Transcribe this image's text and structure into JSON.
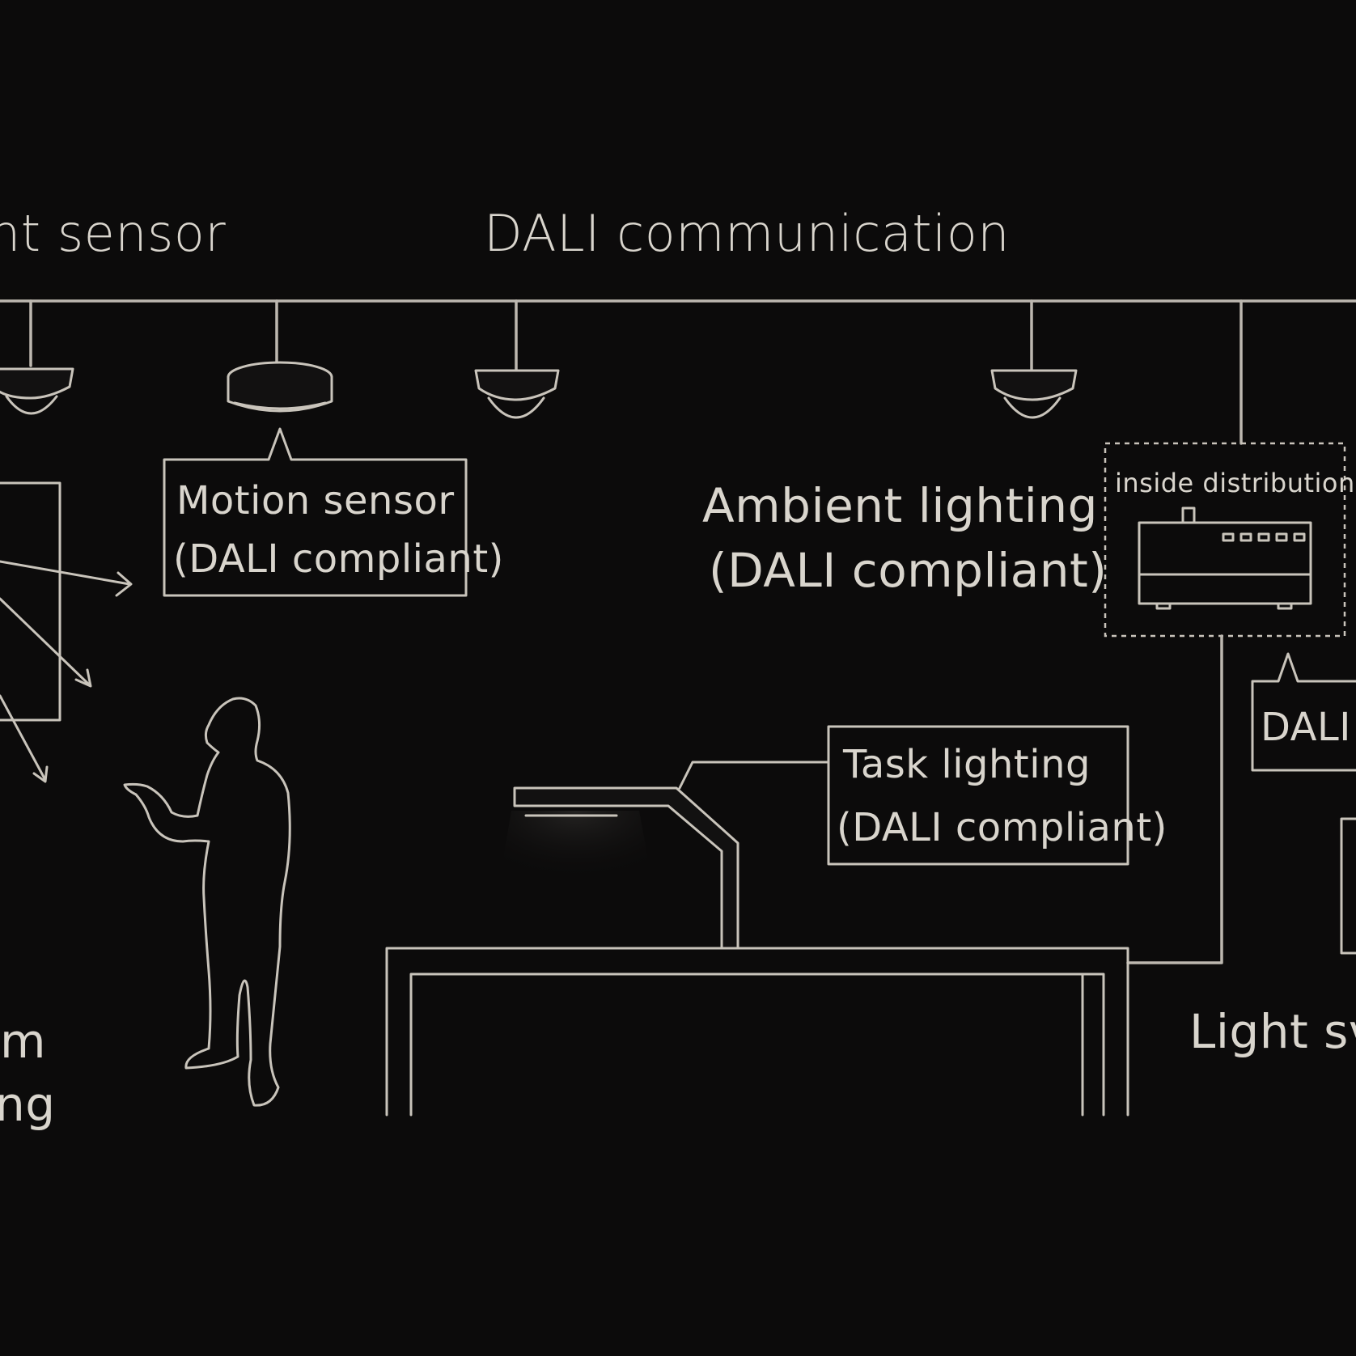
{
  "labels": {
    "top_left_partial": "nt sensor",
    "dali_communication": "DALI communication",
    "motion_sensor_line1": "Motion sensor",
    "motion_sensor_line2": "(DALI compliant)",
    "ambient_line1": "Ambient lighting",
    "ambient_line2": "(DALI compliant)",
    "inside_distribution": "inside distribution",
    "dali_partial": "DALI",
    "task_line1": "Task lighting",
    "task_line2": "(DALI compliant)",
    "light_switch_partial": "Light sv",
    "bottom_left_partial_1": "m",
    "bottom_left_partial_2": "ng"
  }
}
